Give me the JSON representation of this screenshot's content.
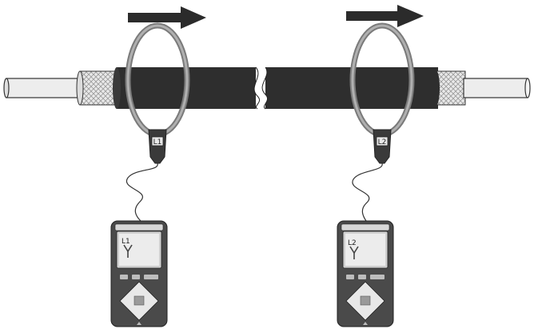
{
  "clamps": [
    {
      "label": "L1"
    },
    {
      "label": "L2"
    }
  ],
  "meters": [
    {
      "screen_label": "L1"
    },
    {
      "screen_label": "L2"
    }
  ],
  "icons": {
    "direction": "arrow-right-icon",
    "meter_symbol": "clamp-symbol-icon"
  },
  "colors": {
    "cable_jacket": "#2e2e2e",
    "arrow": "#2b2b2b",
    "clamp_ring": "#8c8c8c",
    "meter_body": "#4a4a4a"
  }
}
